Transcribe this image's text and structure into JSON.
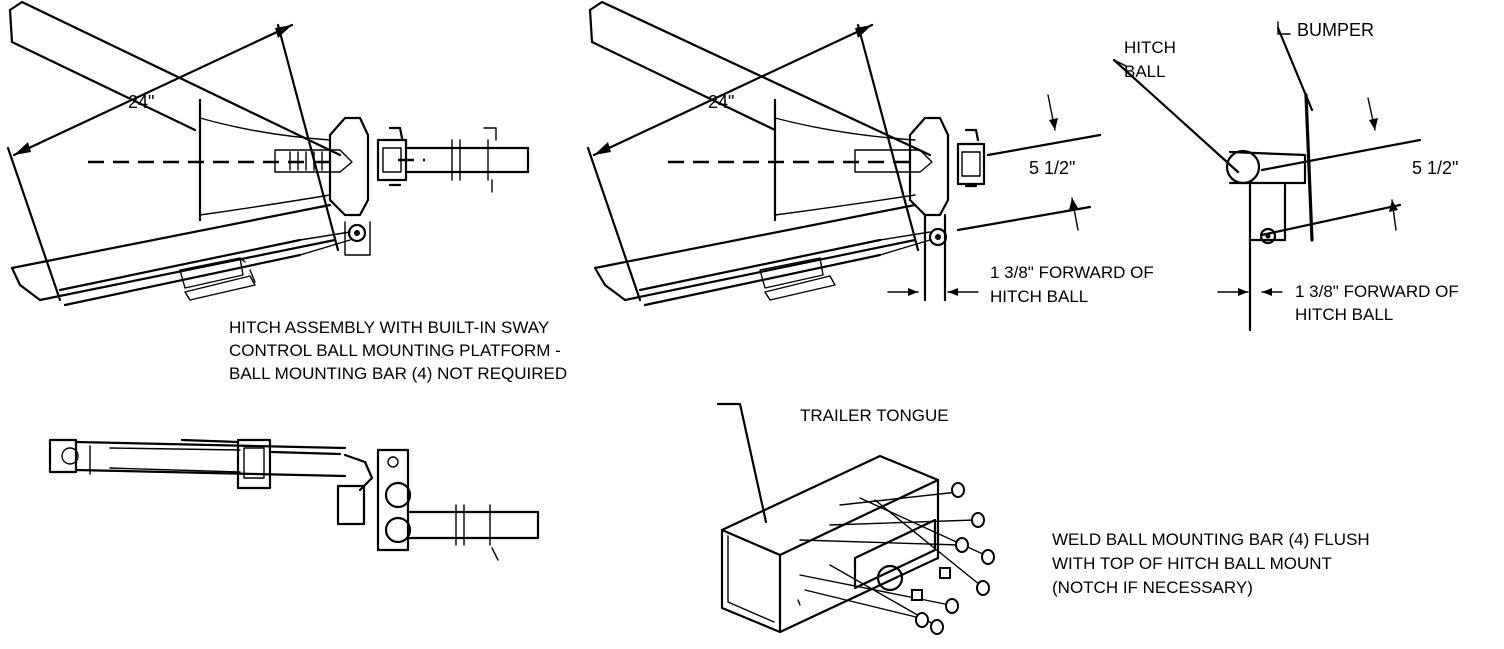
{
  "diagram1": {
    "dim_24": "24\"",
    "caption": [
      "HITCH ASSEMBLY WITH BUILT-IN SWAY",
      "CONTROL BALL MOUNTING PLATFORM -",
      "BALL MOUNTING BAR (4) NOT REQUIRED"
    ]
  },
  "diagram2": {
    "dim_24": "24\"",
    "dim_height": "5 1/2\"",
    "forward": [
      "1 3/8\" FORWARD OF",
      "HITCH BALL"
    ]
  },
  "diagram3": {
    "hitch_ball": [
      "HITCH",
      "BALL"
    ],
    "bumper": "BUMPER",
    "dim_height": "5 1/2\"",
    "forward": [
      "1 3/8\" FORWARD OF",
      "HITCH BALL"
    ]
  },
  "diagram5": {
    "trailer_tongue": "TRAILER TONGUE",
    "weld_note": [
      "WELD BALL MOUNTING BAR (4) FLUSH",
      "WITH TOP OF HITCH BALL MOUNT",
      "(NOTCH IF NECESSARY)"
    ]
  }
}
